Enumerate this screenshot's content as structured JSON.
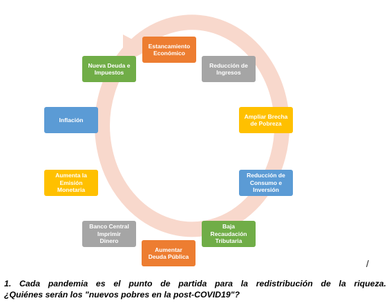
{
  "diagram": {
    "nodes": [
      {
        "id": "estancamiento",
        "label": "Estancamiento\nEconómico",
        "color": "#ED7D31"
      },
      {
        "id": "reduccion-ingresos",
        "label": "Reducción de\nIngresos",
        "color": "#A5A5A5"
      },
      {
        "id": "ampliar-brecha",
        "label": "Ampliar Brecha\nde Pobreza",
        "color": "#FFC000"
      },
      {
        "id": "reduccion-consumo",
        "label": "Reducción de\nConsumo e\nInversión",
        "color": "#5B9BD5"
      },
      {
        "id": "baja-recaudacion",
        "label": "Baja\nRecaudación\nTributaria",
        "color": "#70AD47"
      },
      {
        "id": "aumentar-deuda",
        "label": "Aumentar\nDeuda Pública",
        "color": "#ED7D31"
      },
      {
        "id": "banco-central",
        "label": "Banco Central\nImprimir\nDinero",
        "color": "#A5A5A5"
      },
      {
        "id": "aumenta-emision",
        "label": "Aumenta la\nEmisión\nMonetaria",
        "color": "#FFC000"
      },
      {
        "id": "inflacion",
        "label": "Inflación",
        "color": "#5B9BD5"
      },
      {
        "id": "nueva-deuda",
        "label": "Nueva Deuda e\nImpuestos",
        "color": "#70AD47"
      }
    ],
    "ring_color": "#F8D8CC"
  },
  "stray_mark": "/",
  "caption": {
    "line1": "1. Cada pandemia es el punto de partida para la redistribución de la riqueza.",
    "line2": "¿Quiénes serán los \"nuevos pobres en la post-COVID19\"?"
  }
}
